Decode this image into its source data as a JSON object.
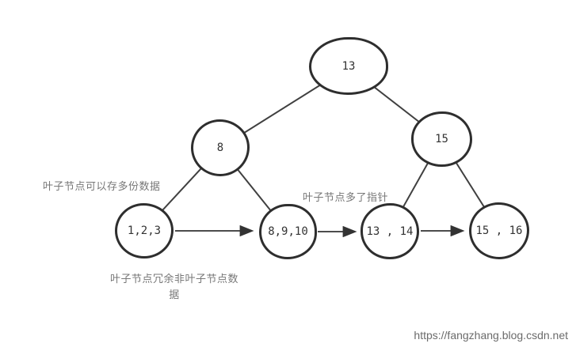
{
  "diagram": {
    "type": "bplus-tree",
    "nodes": [
      {
        "id": "root",
        "label": "13"
      },
      {
        "id": "internal-left",
        "label": "8"
      },
      {
        "id": "internal-right",
        "label": "15"
      },
      {
        "id": "leaf-1",
        "label": "1,2,3"
      },
      {
        "id": "leaf-2",
        "label": "8,9,10"
      },
      {
        "id": "leaf-3",
        "label": "13 , 14"
      },
      {
        "id": "leaf-4",
        "label": "15 , 16"
      }
    ],
    "edges": [
      {
        "from": "root",
        "to": "internal-left"
      },
      {
        "from": "root",
        "to": "internal-right"
      },
      {
        "from": "internal-left",
        "to": "leaf-1"
      },
      {
        "from": "internal-left",
        "to": "leaf-2"
      },
      {
        "from": "internal-right",
        "to": "leaf-3"
      },
      {
        "from": "internal-right",
        "to": "leaf-4"
      }
    ],
    "leaf_links": [
      {
        "from": "leaf-1",
        "to": "leaf-2",
        "arrow": true
      },
      {
        "from": "leaf-2",
        "to": "leaf-3",
        "arrow": true
      },
      {
        "from": "leaf-3",
        "to": "leaf-4",
        "arrow": true
      }
    ],
    "annotations": {
      "left": "叶子节点可以存多份数据",
      "middle": "叶子节点多了指针",
      "bottom": "叶子节点冗余非叶子节点数据"
    },
    "watermark": "https://fangzhang.blog.csdn.net",
    "colors": {
      "node_fill": "#ffffff",
      "node_stroke": "#2e2e2e",
      "edge": "#404040",
      "annotation_text": "#777777",
      "watermark_text": "#6b6b6b"
    }
  }
}
